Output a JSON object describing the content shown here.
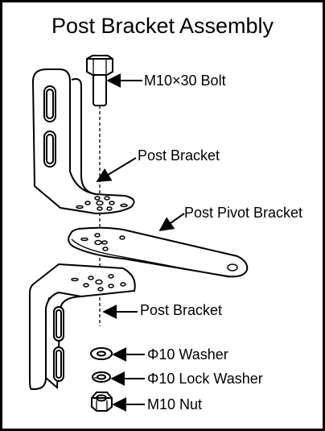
{
  "title": "Post Bracket Assembly",
  "labels": {
    "bolt": "M10×30 Bolt",
    "upper_bracket": "Post Bracket",
    "pivot_bracket": "Post Pivot Bracket",
    "lower_bracket": "Post Bracket",
    "washer": "Φ10 Washer",
    "lock_washer": "Φ10 Lock Washer",
    "nut": "M10 Nut"
  }
}
